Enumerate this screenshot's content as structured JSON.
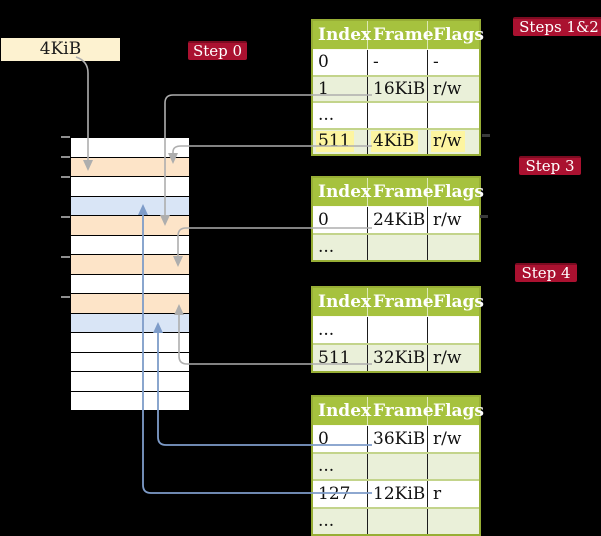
{
  "title_note": "Page-table construction diagram: physical memory column with page-table frames (orange) and mapped frames (blue), plus page-table contents at each step",
  "colors": {
    "background": "#000000",
    "step_label_bg": "#aa1130",
    "legend_box_bg": "#fdf2d0",
    "table_header_bg": "#a6c23e",
    "table_border": "#97ae35",
    "table_row_shade": "#eaf0d9",
    "frame_page_table": "#fde4c8",
    "frame_mapped": "#d9e5f6",
    "highlight": "#fdf5a0",
    "arrow_gray": "#aeaeae",
    "arrow_blue": "#7e9cc9"
  },
  "legend_box": {
    "label": "4KiB"
  },
  "labels": {
    "step0": "Step 0",
    "steps12": "Steps 1&2",
    "step3": "Step 3",
    "step4": "Step 4"
  },
  "memory_stack": {
    "rows": [
      {
        "type": "free"
      },
      {
        "type": "page-table"
      },
      {
        "type": "free"
      },
      {
        "type": "mapped"
      },
      {
        "type": "page-table"
      },
      {
        "type": "free"
      },
      {
        "type": "page-table"
      },
      {
        "type": "free"
      },
      {
        "type": "page-table"
      },
      {
        "type": "mapped"
      },
      {
        "type": "free"
      },
      {
        "type": "free"
      },
      {
        "type": "free"
      },
      {
        "type": "free"
      }
    ],
    "tick_rows": [
      1,
      2,
      3,
      5,
      7,
      9
    ]
  },
  "tables": [
    {
      "name": "page-table-steps-1-2",
      "headers": [
        "Index",
        "Frame",
        "Flags"
      ],
      "rows": [
        [
          "0",
          "-",
          "-"
        ],
        [
          "1",
          "16KiB",
          "r/w"
        ],
        [
          "...",
          "",
          ""
        ],
        [
          "511",
          "4KiB",
          "r/w"
        ]
      ],
      "highlighted_row": 3
    },
    {
      "name": "page-table-step-3",
      "headers": [
        "Index",
        "Frame",
        "Flags"
      ],
      "rows": [
        [
          "0",
          "24KiB",
          "r/w"
        ],
        [
          "...",
          "",
          ""
        ]
      ]
    },
    {
      "name": "page-table-step-4",
      "headers": [
        "Index",
        "Frame",
        "Flags"
      ],
      "rows": [
        [
          "...",
          "",
          ""
        ],
        [
          "511",
          "32KiB",
          "r/w"
        ]
      ]
    },
    {
      "name": "page-table-final",
      "headers": [
        "Index",
        "Frame",
        "Flags"
      ],
      "rows": [
        [
          "0",
          "36KiB",
          "r/w"
        ],
        [
          "...",
          "",
          ""
        ],
        [
          "127",
          "12KiB",
          "r"
        ],
        [
          "...",
          "",
          ""
        ]
      ]
    }
  ],
  "arrows": [
    {
      "from": "legend-box-4KiB",
      "to_stack_row": 2,
      "color": "gray"
    },
    {
      "from": "table1-entry-1-16KiB",
      "to_stack_row": 5,
      "color": "gray"
    },
    {
      "from": "table1-entry-511-4KiB",
      "to_stack_row": 2,
      "color": "gray"
    },
    {
      "from": "table2-entry-0-24KiB",
      "to_stack_row": 7,
      "color": "gray"
    },
    {
      "from": "table3-entry-511-32KiB",
      "to_stack_row": 9,
      "color": "gray"
    },
    {
      "from": "table4-entry-0-36KiB",
      "to_stack_row": 10,
      "color": "blue"
    },
    {
      "from": "table4-entry-127-12KiB",
      "to_stack_row": 4,
      "color": "blue"
    }
  ]
}
